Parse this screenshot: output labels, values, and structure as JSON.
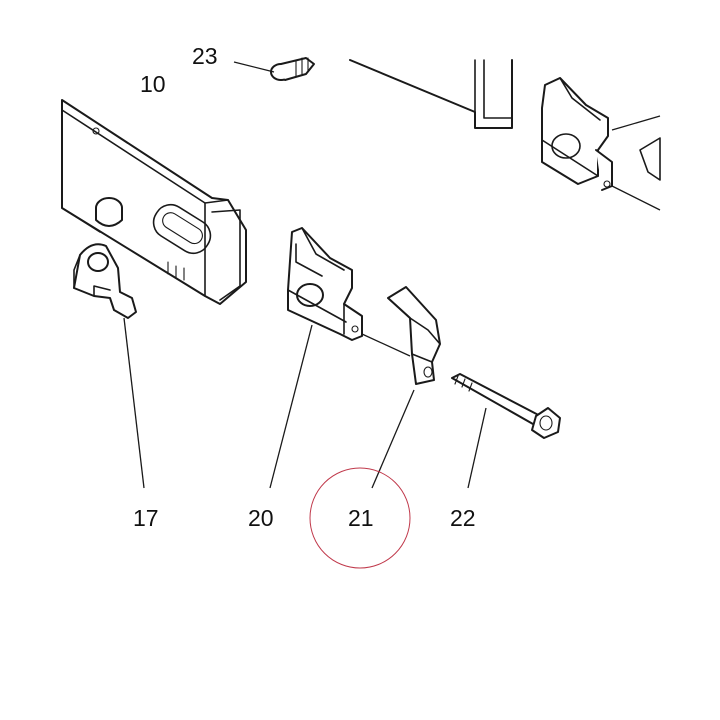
{
  "callouts": {
    "part_10": "10",
    "part_17": "17",
    "part_20": "20",
    "part_21": "21",
    "part_22": "22",
    "part_23_partial": "23"
  },
  "highlight": {
    "target_callout": "21",
    "color": "#c0394b"
  },
  "colors": {
    "line": "#1a1a1a",
    "background": "#ffffff"
  }
}
